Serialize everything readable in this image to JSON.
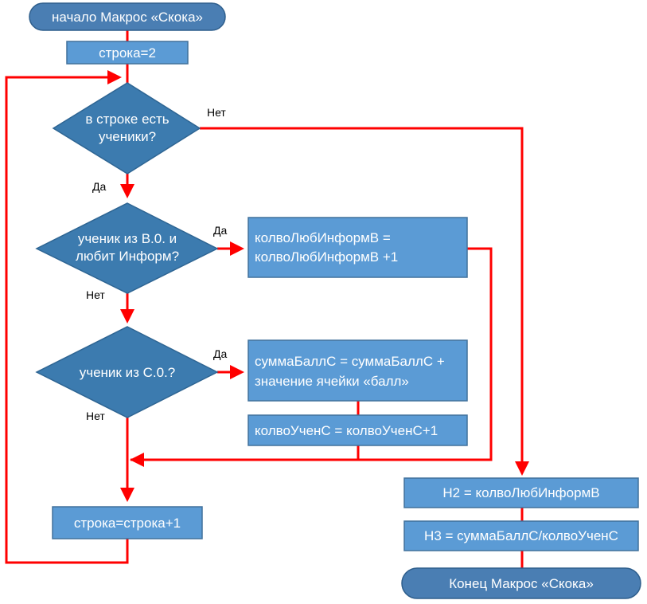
{
  "nodes": {
    "start": "начало Макрос «Скока»",
    "init_row": "строка=2",
    "check_students": [
      "в строке есть",
      "ученики?"
    ],
    "check_b0": [
      "ученик из В.0. и",
      "любит Информ?"
    ],
    "inc_love_inform": [
      "колвоЛюбИнформВ =",
      "колвоЛюбИнформВ +1"
    ],
    "check_c0": "ученик из С.0.?",
    "sum_score": [
      "суммаБаллС = суммаБаллС +",
      "значение ячейки «балл»"
    ],
    "inc_students_c": "колвоУченС = колвоУченС+1",
    "next_row": "строка=строка+1",
    "h2": "H2 = колвоЛюбИнформВ",
    "h3": "H3 = суммаБаллС/колвоУченС",
    "end": "Конец Макрос «Скока»"
  },
  "edge_labels": {
    "no_students": "Нет",
    "yes_students": "Да",
    "yes_b0": "Да",
    "no_b0": "Нет",
    "yes_c0": "Да",
    "no_c0": "Нет"
  },
  "colors": {
    "box_fill": "#5B9BD5",
    "terminal_fill": "#4A7EB3",
    "decision_fill": "#3C7BAF",
    "edge": "#FF0000"
  }
}
